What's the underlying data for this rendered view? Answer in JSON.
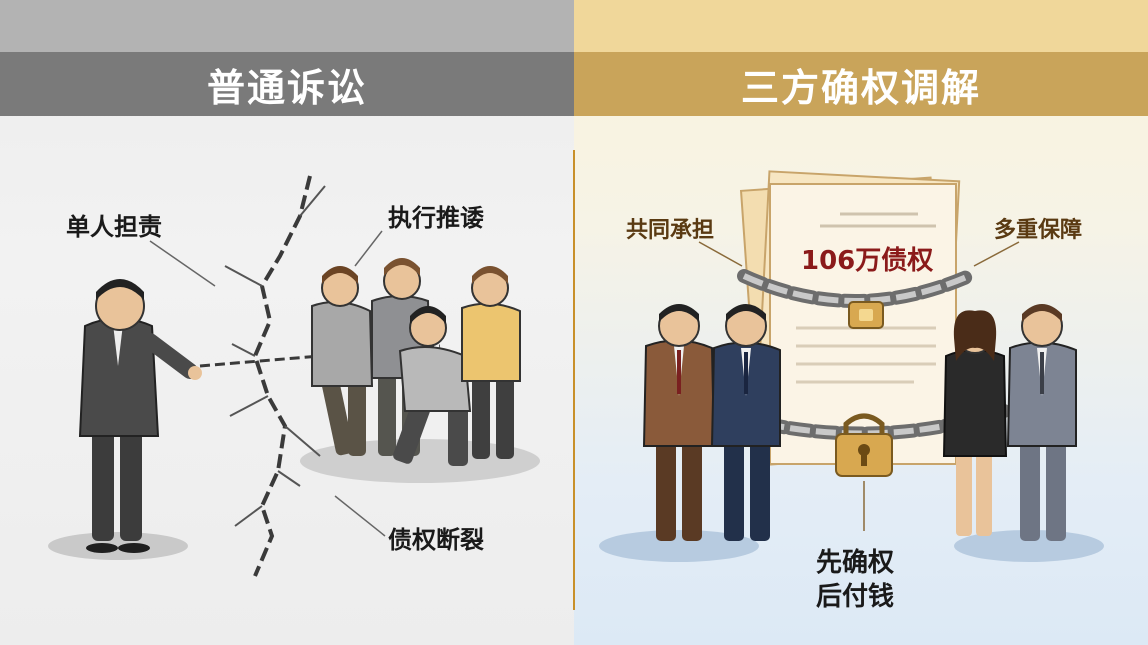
{
  "left": {
    "title": "普通诉讼",
    "labels": {
      "single": "单人担责",
      "shirk": "执行推诿",
      "break": "债权断裂"
    }
  },
  "right": {
    "title": "三方确权调解",
    "labels": {
      "shared": "共同承担",
      "guarantee": "多重保障",
      "amount": "106万债权",
      "confirm_line1": "先确权",
      "confirm_line2": "后付钱"
    }
  },
  "colors": {
    "left_header": "#7a7a7a",
    "right_header": "#c9a45a",
    "divider": "#c8902a",
    "amount_text": "#8b1a1a"
  }
}
